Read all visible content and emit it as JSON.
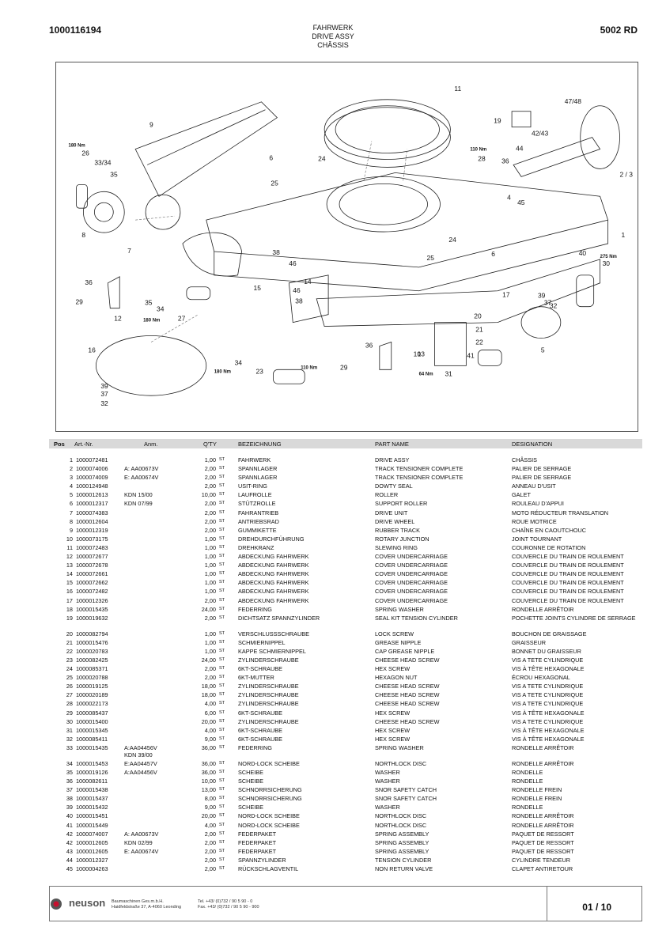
{
  "header": {
    "doc_number": "1000116194",
    "title_de": "FAHRWERK",
    "title_en": "DRIVE ASSY",
    "title_fr": "CHÂSSIS",
    "model": "5002 RD"
  },
  "diagram": {
    "callouts": [
      "11",
      "47/48",
      "9",
      "19",
      "42/43",
      "44",
      "180 Nm",
      "26",
      "33/34",
      "35",
      "110 Nm",
      "28",
      "36",
      "6",
      "24",
      "25",
      "2 / 3",
      "4",
      "45",
      "8",
      "1",
      "7",
      "38",
      "46",
      "24",
      "25",
      "6",
      "40",
      "275 Nm",
      "30",
      "36",
      "29",
      "14",
      "46",
      "38",
      "15",
      "35",
      "34",
      "17",
      "39",
      "37",
      "32",
      "180 Nm",
      "27",
      "12",
      "20",
      "21",
      "22",
      "16",
      "36",
      "10",
      "13",
      "41",
      "5",
      "34",
      "180 Nm",
      "23",
      "110 Nm",
      "29",
      "64 Nm",
      "31",
      "39",
      "37",
      "32"
    ]
  },
  "table": {
    "headers": {
      "pos": "Pos",
      "art": "Art.-Nr.",
      "anm": "Anm.",
      "qty": "Q'TY",
      "bez": "BEZEICHNUNG",
      "pn": "PART NAME",
      "des": "DESIGNATION"
    },
    "unit": "ST",
    "rows": [
      {
        "pos": "1",
        "art": "1000072481",
        "anm": "",
        "qty": "1,00",
        "bez": "FAHRWERK",
        "pn": "DRIVE ASSY",
        "des": "CHÂSSIS"
      },
      {
        "pos": "2",
        "art": "1000074006",
        "anm": "A: AA00673V",
        "qty": "2,00",
        "bez": "SPANNLAGER",
        "pn": "TRACK TENSIONER COMPLETE",
        "des": "PALIER DE SERRAGE"
      },
      {
        "pos": "3",
        "art": "1000074009",
        "anm": "E: AA00674V",
        "qty": "2,00",
        "bez": "SPANNLAGER",
        "pn": "TRACK TENSIONER COMPLETE",
        "des": "PALIER DE SERRAGE"
      },
      {
        "pos": "4",
        "art": "1000124948",
        "anm": "",
        "qty": "2,00",
        "bez": "USIT-RING",
        "pn": "DOWTY SEAL",
        "des": "ANNEAU D'USIT"
      },
      {
        "pos": "5",
        "art": "1000012613",
        "anm": "KDN 15/00",
        "qty": "10,00",
        "bez": "LAUFROLLE",
        "pn": "ROLLER",
        "des": "GALET"
      },
      {
        "pos": "6",
        "art": "1000012317",
        "anm": "KDN 07/99",
        "qty": "2,00",
        "bez": "STÜTZROLLE",
        "pn": "SUPPORT ROLLER",
        "des": "ROULEAU D'APPUI"
      },
      {
        "pos": "7",
        "art": "1000074383",
        "anm": "",
        "qty": "2,00",
        "bez": "FAHRANTRIEB",
        "pn": "DRIVE UNIT",
        "des": "MOTO RÉDUCTEUR TRANSLATION"
      },
      {
        "pos": "8",
        "art": "1000012604",
        "anm": "",
        "qty": "2,00",
        "bez": "ANTRIEBSRAD",
        "pn": "DRIVE WHEEL",
        "des": "ROUE MOTRICE"
      },
      {
        "pos": "9",
        "art": "1000012319",
        "anm": "",
        "qty": "2,00",
        "bez": "GUMMIKETTE",
        "pn": "RUBBER TRACK",
        "des": "CHAÎNE EN CAOUTCHOUC"
      },
      {
        "pos": "10",
        "art": "1000073175",
        "anm": "",
        "qty": "1,00",
        "bez": "DREHDURCHFÜHRUNG",
        "pn": "ROTARY JUNCTION",
        "des": "JOINT TOURNANT"
      },
      {
        "pos": "11",
        "art": "1000072483",
        "anm": "",
        "qty": "1,00",
        "bez": "DREHKRANZ",
        "pn": "SLEWING RING",
        "des": "COURONNE DE ROTATION"
      },
      {
        "pos": "12",
        "art": "1000072677",
        "anm": "",
        "qty": "1,00",
        "bez": "ABDECKUNG FAHRWERK",
        "pn": "COVER UNDERCARRIAGE",
        "des": "COUVERCLE DU TRAIN DE ROULEMENT"
      },
      {
        "pos": "13",
        "art": "1000072678",
        "anm": "",
        "qty": "1,00",
        "bez": "ABDECKUNG FAHRWERK",
        "pn": "COVER UNDERCARRIAGE",
        "des": "COUVERCLE DU TRAIN DE ROULEMENT"
      },
      {
        "pos": "14",
        "art": "1000072661",
        "anm": "",
        "qty": "1,00",
        "bez": "ABDECKUNG FAHRWERK",
        "pn": "COVER UNDERCARRIAGE",
        "des": "COUVERCLE DU TRAIN DE ROULEMENT"
      },
      {
        "pos": "15",
        "art": "1000072662",
        "anm": "",
        "qty": "1,00",
        "bez": "ABDECKUNG FAHRWERK",
        "pn": "COVER UNDERCARRIAGE",
        "des": "COUVERCLE DU TRAIN DE ROULEMENT"
      },
      {
        "pos": "16",
        "art": "1000072482",
        "anm": "",
        "qty": "1,00",
        "bez": "ABDECKUNG FAHRWERK",
        "pn": "COVER UNDERCARRIAGE",
        "des": "COUVERCLE DU TRAIN DE ROULEMENT"
      },
      {
        "pos": "17",
        "art": "1000012326",
        "anm": "",
        "qty": "2,00",
        "bez": "ABDECKUNG FAHRWERK",
        "pn": "COVER UNDERCARRIAGE",
        "des": "COUVERCLE DU TRAIN DE ROULEMENT"
      },
      {
        "pos": "18",
        "art": "1000015435",
        "anm": "",
        "qty": "24,00",
        "bez": "FEDERRING",
        "pn": "SPRING WASHER",
        "des": "RONDELLE ARRÊTOIR"
      },
      {
        "pos": "19",
        "art": "1000019632",
        "anm": "",
        "qty": "2,00",
        "bez": "DICHTSATZ SPANNZYLINDER",
        "pn": "SEAL KIT TENSION CYLINDER",
        "des": "POCHETTE JOINTS CYLINDRE DE SERRAGE",
        "tall": true
      },
      {
        "pos": "20",
        "art": "1000082794",
        "anm": "",
        "qty": "1,00",
        "bez": "VERSCHLUSSSCHRAUBE",
        "pn": "LOCK SCREW",
        "des": "BOUCHON DE GRAISSAGE"
      },
      {
        "pos": "21",
        "art": "1000015476",
        "anm": "",
        "qty": "1,00",
        "bez": "SCHMIERNIPPEL",
        "pn": "GREASE NIPPLE",
        "des": "GRAISSEUR"
      },
      {
        "pos": "22",
        "art": "1000020783",
        "anm": "",
        "qty": "1,00",
        "bez": "KAPPE SCHMIERNIPPEL",
        "pn": "CAP GREASE NIPPLE",
        "des": "BONNET DU GRAISSEUR"
      },
      {
        "pos": "23",
        "art": "1000082425",
        "anm": "",
        "qty": "24,00",
        "bez": "ZYLINDERSCHRAUBE",
        "pn": "CHEESE HEAD SCREW",
        "des": "VIS A TETE CYLINDRIQUE"
      },
      {
        "pos": "24",
        "art": "1000085371",
        "anm": "",
        "qty": "2,00",
        "bez": "6KT-SCHRAUBE",
        "pn": "HEX SCREW",
        "des": "VIS À TÊTE HEXAGONALE"
      },
      {
        "pos": "25",
        "art": "1000020788",
        "anm": "",
        "qty": "2,00",
        "bez": "6KT-MUTTER",
        "pn": "HEXAGON NUT",
        "des": "ÉCROU HEXAGONAL"
      },
      {
        "pos": "26",
        "art": "1000019125",
        "anm": "",
        "qty": "18,00",
        "bez": "ZYLINDERSCHRAUBE",
        "pn": "CHEESE HEAD SCREW",
        "des": "VIS A TETE CYLINDRIQUE"
      },
      {
        "pos": "27",
        "art": "1000020189",
        "anm": "",
        "qty": "18,00",
        "bez": "ZYLINDERSCHRAUBE",
        "pn": "CHEESE HEAD SCREW",
        "des": "VIS A TETE CYLINDRIQUE"
      },
      {
        "pos": "28",
        "art": "1000022173",
        "anm": "",
        "qty": "4,00",
        "bez": "ZYLINDERSCHRAUBE",
        "pn": "CHEESE HEAD SCREW",
        "des": "VIS A TETE CYLINDRIQUE"
      },
      {
        "pos": "29",
        "art": "1000085437",
        "anm": "",
        "qty": "6,00",
        "bez": "6KT-SCHRAUBE",
        "pn": "HEX SCREW",
        "des": "VIS À TÊTE HEXAGONALE"
      },
      {
        "pos": "30",
        "art": "1000015400",
        "anm": "",
        "qty": "20,00",
        "bez": "ZYLINDERSCHRAUBE",
        "pn": "CHEESE HEAD SCREW",
        "des": "VIS A TETE CYLINDRIQUE"
      },
      {
        "pos": "31",
        "art": "1000015345",
        "anm": "",
        "qty": "4,00",
        "bez": "6KT-SCHRAUBE",
        "pn": "HEX SCREW",
        "des": "VIS À TÊTE HEXAGONALE"
      },
      {
        "pos": "32",
        "art": "1000085411",
        "anm": "",
        "qty": "9,00",
        "bez": "6KT-SCHRAUBE",
        "pn": "HEX SCREW",
        "des": "VIS À TÊTE HEXAGONALE"
      },
      {
        "pos": "33",
        "art": "1000015435",
        "anm": "A:AA04456V",
        "anm2": "KDN 39/00",
        "qty": "36,00",
        "bez": "FEDERRING",
        "pn": "SPRING WASHER",
        "des": "RONDELLE ARRÊTOIR",
        "tall": true
      },
      {
        "pos": "34",
        "art": "1000015453",
        "anm": "E:AA04457V",
        "qty": "36,00",
        "bez": "NORD-LOCK SCHEIBE",
        "pn": "NORTHLOCK DISC",
        "des": "RONDELLE ARRÊTOIR"
      },
      {
        "pos": "35",
        "art": "1000019126",
        "anm": "A:AA04456V",
        "qty": "36,00",
        "bez": "SCHEIBE",
        "pn": "WASHER",
        "des": "RONDELLE"
      },
      {
        "pos": "36",
        "art": "1000082611",
        "anm": "",
        "qty": "10,00",
        "bez": "SCHEIBE",
        "pn": "WASHER",
        "des": "RONDELLE"
      },
      {
        "pos": "37",
        "art": "1000015438",
        "anm": "",
        "qty": "13,00",
        "bez": "SCHNORRSICHERUNG",
        "pn": "SNOR SAFETY CATCH",
        "des": "RONDELLE FREIN"
      },
      {
        "pos": "38",
        "art": "1000015437",
        "anm": "",
        "qty": "8,00",
        "bez": "SCHNORRSICHERUNG",
        "pn": "SNOR SAFETY CATCH",
        "des": "RONDELLE FREIN"
      },
      {
        "pos": "39",
        "art": "1000015432",
        "anm": "",
        "qty": "9,00",
        "bez": "SCHEIBE",
        "pn": "WASHER",
        "des": "RONDELLE"
      },
      {
        "pos": "40",
        "art": "1000015451",
        "anm": "",
        "qty": "20,00",
        "bez": "NORD-LOCK SCHEIBE",
        "pn": "NORTHLOCK DISC",
        "des": "RONDELLE ARRÊTOIR"
      },
      {
        "pos": "41",
        "art": "1000015449",
        "anm": "",
        "qty": "4,00",
        "bez": "NORD-LOCK SCHEIBE",
        "pn": "NORTHLOCK DISC",
        "des": "RONDELLE ARRÊTOIR"
      },
      {
        "pos": "42",
        "art": "1000074007",
        "anm": "A: AA00673V",
        "qty": "2,00",
        "bez": "FEDERPAKET",
        "pn": "SPRING ASSEMBLY",
        "des": "PAQUET DE RESSORT"
      },
      {
        "pos": "42",
        "art": "1000012605",
        "anm": "KDN 02/99",
        "qty": "2,00",
        "bez": "FEDERPAKET",
        "pn": "SPRING ASSEMBLY",
        "des": "PAQUET DE RESSORT"
      },
      {
        "pos": "43",
        "art": "1000012605",
        "anm": "E: AA00674V",
        "qty": "2,00",
        "bez": "FEDERPAKET",
        "pn": "SPRING ASSEMBLY",
        "des": "PAQUET DE RESSORT"
      },
      {
        "pos": "44",
        "art": "1000012327",
        "anm": "",
        "qty": "2,00",
        "bez": "SPANNZYLINDER",
        "pn": "TENSION CYLINDER",
        "des": "CYLINDRE TENDEUR"
      },
      {
        "pos": "45",
        "art": "1000004263",
        "anm": "",
        "qty": "2,00",
        "bez": "RÜCKSCHLAGVENTIL",
        "pn": "NON RETURN VALVE",
        "des": "CLAPET ANTIRETOUR"
      }
    ]
  },
  "footer": {
    "brand": "neuson",
    "company": "Baumaschinen Ges.m.b.H.",
    "address": "Haidfeldstraße 37, A-4060 Leonding",
    "tel": "Tel. +43/ (0)732 / 90 5 90 - 0",
    "fax": "Fax. +43/ (0)732 / 90 5 90 - 900",
    "page": "01 / 10"
  }
}
